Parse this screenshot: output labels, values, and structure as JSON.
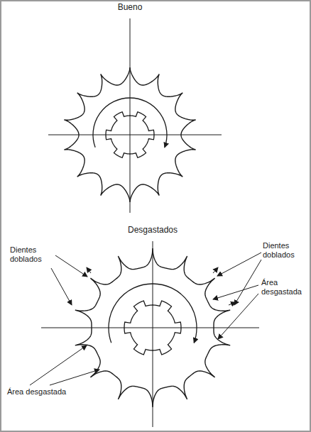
{
  "diagram": {
    "labels": [
      "Bueno",
      "Desgastados",
      "Dientes doblados",
      "Dientes doblados",
      "Área desgastada",
      "Área desgastada"
    ]
  }
}
